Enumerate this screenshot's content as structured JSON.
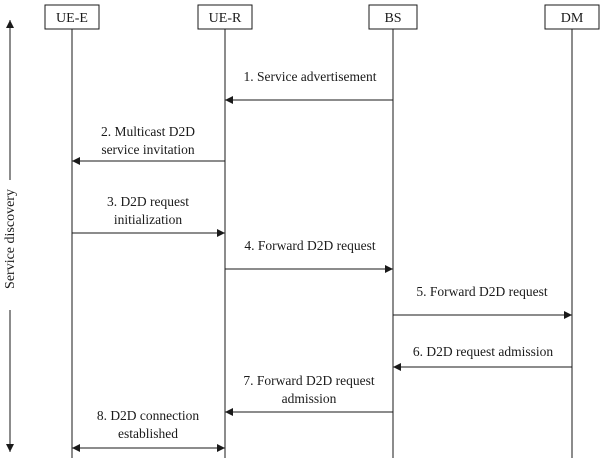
{
  "participants": [
    {
      "id": "ue_e",
      "label": "UE-E"
    },
    {
      "id": "ue_r",
      "label": "UE-R"
    },
    {
      "id": "bs",
      "label": "BS"
    },
    {
      "id": "dm",
      "label": "DM"
    }
  ],
  "side_label": "Service discovery",
  "messages": [
    {
      "id": "m1",
      "line1": "1. Service advertisement",
      "line2": ""
    },
    {
      "id": "m2",
      "line1": "2. Multicast D2D",
      "line2": "service invitation"
    },
    {
      "id": "m3",
      "line1": "3. D2D request",
      "line2": "initialization"
    },
    {
      "id": "m4",
      "line1": "4. Forward D2D request",
      "line2": ""
    },
    {
      "id": "m5",
      "line1": "5. Forward D2D request",
      "line2": ""
    },
    {
      "id": "m6",
      "line1": "6. D2D request admission",
      "line2": ""
    },
    {
      "id": "m7",
      "line1": "7. Forward D2D request",
      "line2": "admission"
    },
    {
      "id": "m8",
      "line1": "8. D2D connection",
      "line2": "established"
    }
  ]
}
